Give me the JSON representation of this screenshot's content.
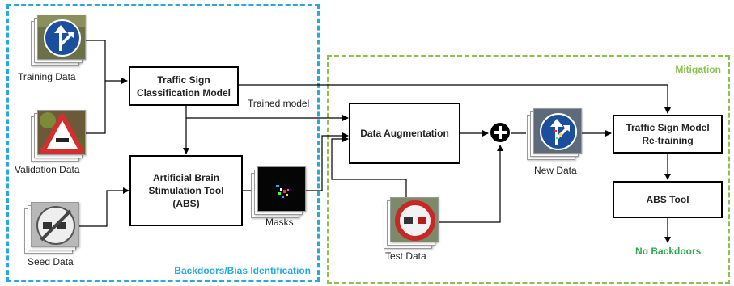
{
  "regions": {
    "backdoor_label": "Backdoors/Bias Identification",
    "mitigation_label": "Mitigation"
  },
  "colors": {
    "backdoor_region": "#29a8df",
    "mitigation_region": "#8dc050",
    "no_backdoors_text": "#2fa84f"
  },
  "images": {
    "training": {
      "label": "Training Data",
      "icon": "blue-direction-sign-icon"
    },
    "validation": {
      "label": "Validation Data",
      "icon": "triangle-warning-sign-icon"
    },
    "seed": {
      "label": "Seed Data",
      "icon": "no-overtaking-sign-icon"
    },
    "masks": {
      "label": "Masks",
      "icon": "activation-mask-icon"
    },
    "new_data": {
      "label": "New Data",
      "icon": "augmented-sign-icon"
    },
    "test": {
      "label": "Test Data",
      "icon": "no-overtaking-sign-icon"
    }
  },
  "boxes": {
    "classifier": {
      "line1": "Traffic Sign",
      "line2": "Classification Model"
    },
    "abs": {
      "line1": "Artificial Brain",
      "line2": "Stimulation Tool",
      "line3": "(ABS)"
    },
    "augment": {
      "label": "Data Augmentation"
    },
    "retrain": {
      "line1": "Traffic Sign Model",
      "line2": "Re-training"
    },
    "abs_tool": {
      "label": "ABS Tool"
    }
  },
  "edges": {
    "trained_model": "Trained model"
  },
  "result": {
    "label": "No Backdoors"
  }
}
